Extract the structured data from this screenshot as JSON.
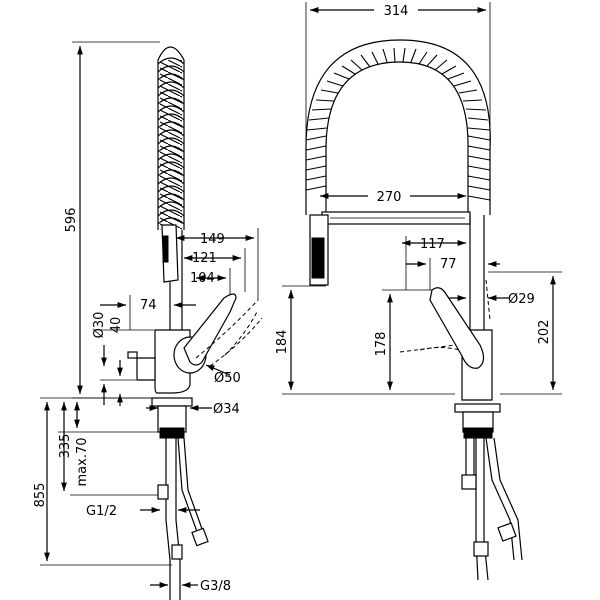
{
  "side_view": {
    "dim_total_height": "596",
    "dim_reach_outer": "149",
    "dim_reach_mid": "121",
    "dim_reach_inner": "104",
    "dim_lever_offset": "74",
    "dim_spout_diameter": "Ø30",
    "dim_step": "40",
    "dim_body_diameter": "Ø50",
    "dim_base_diameter": "Ø34",
    "dim_below_deck": "335",
    "dim_max_thickness": "max.70",
    "dim_hose_length": "855",
    "dim_thread_inlet": "G1/2",
    "dim_thread_outlet": "G3/8"
  },
  "front_view": {
    "dim_width": "314",
    "dim_arm_length": "270",
    "dim_spray_offset": "117",
    "dim_lever_reach": "77",
    "dim_pipe_diameter": "Ø29",
    "dim_spout_height": "184",
    "dim_lever_height": "178",
    "dim_upper_height": "202"
  }
}
